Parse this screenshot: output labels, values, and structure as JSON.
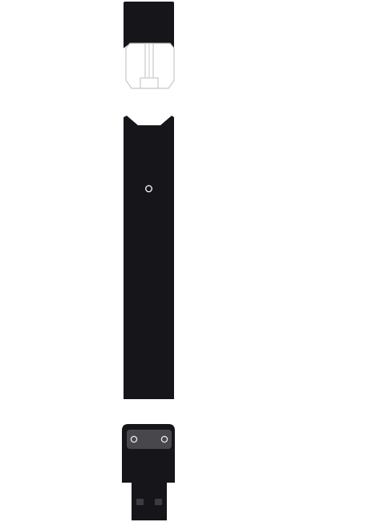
{
  "colors": {
    "background": "#ffffff",
    "device_body": "#16161a",
    "pod_outline": "#c8c8c8",
    "usb_contact_panel": "#48484c",
    "usb_contact_ring": "#e8e8e8",
    "usb_pad": "#3c3c40",
    "indicator_ring": "#f2f2f2"
  },
  "parts": [
    {
      "name": "pod-cartridge",
      "icon": "pod-cartridge-icon"
    },
    {
      "name": "battery-body",
      "icon": "battery-icon"
    },
    {
      "name": "usb-charging-dock",
      "icon": "usb-charger-icon"
    }
  ]
}
